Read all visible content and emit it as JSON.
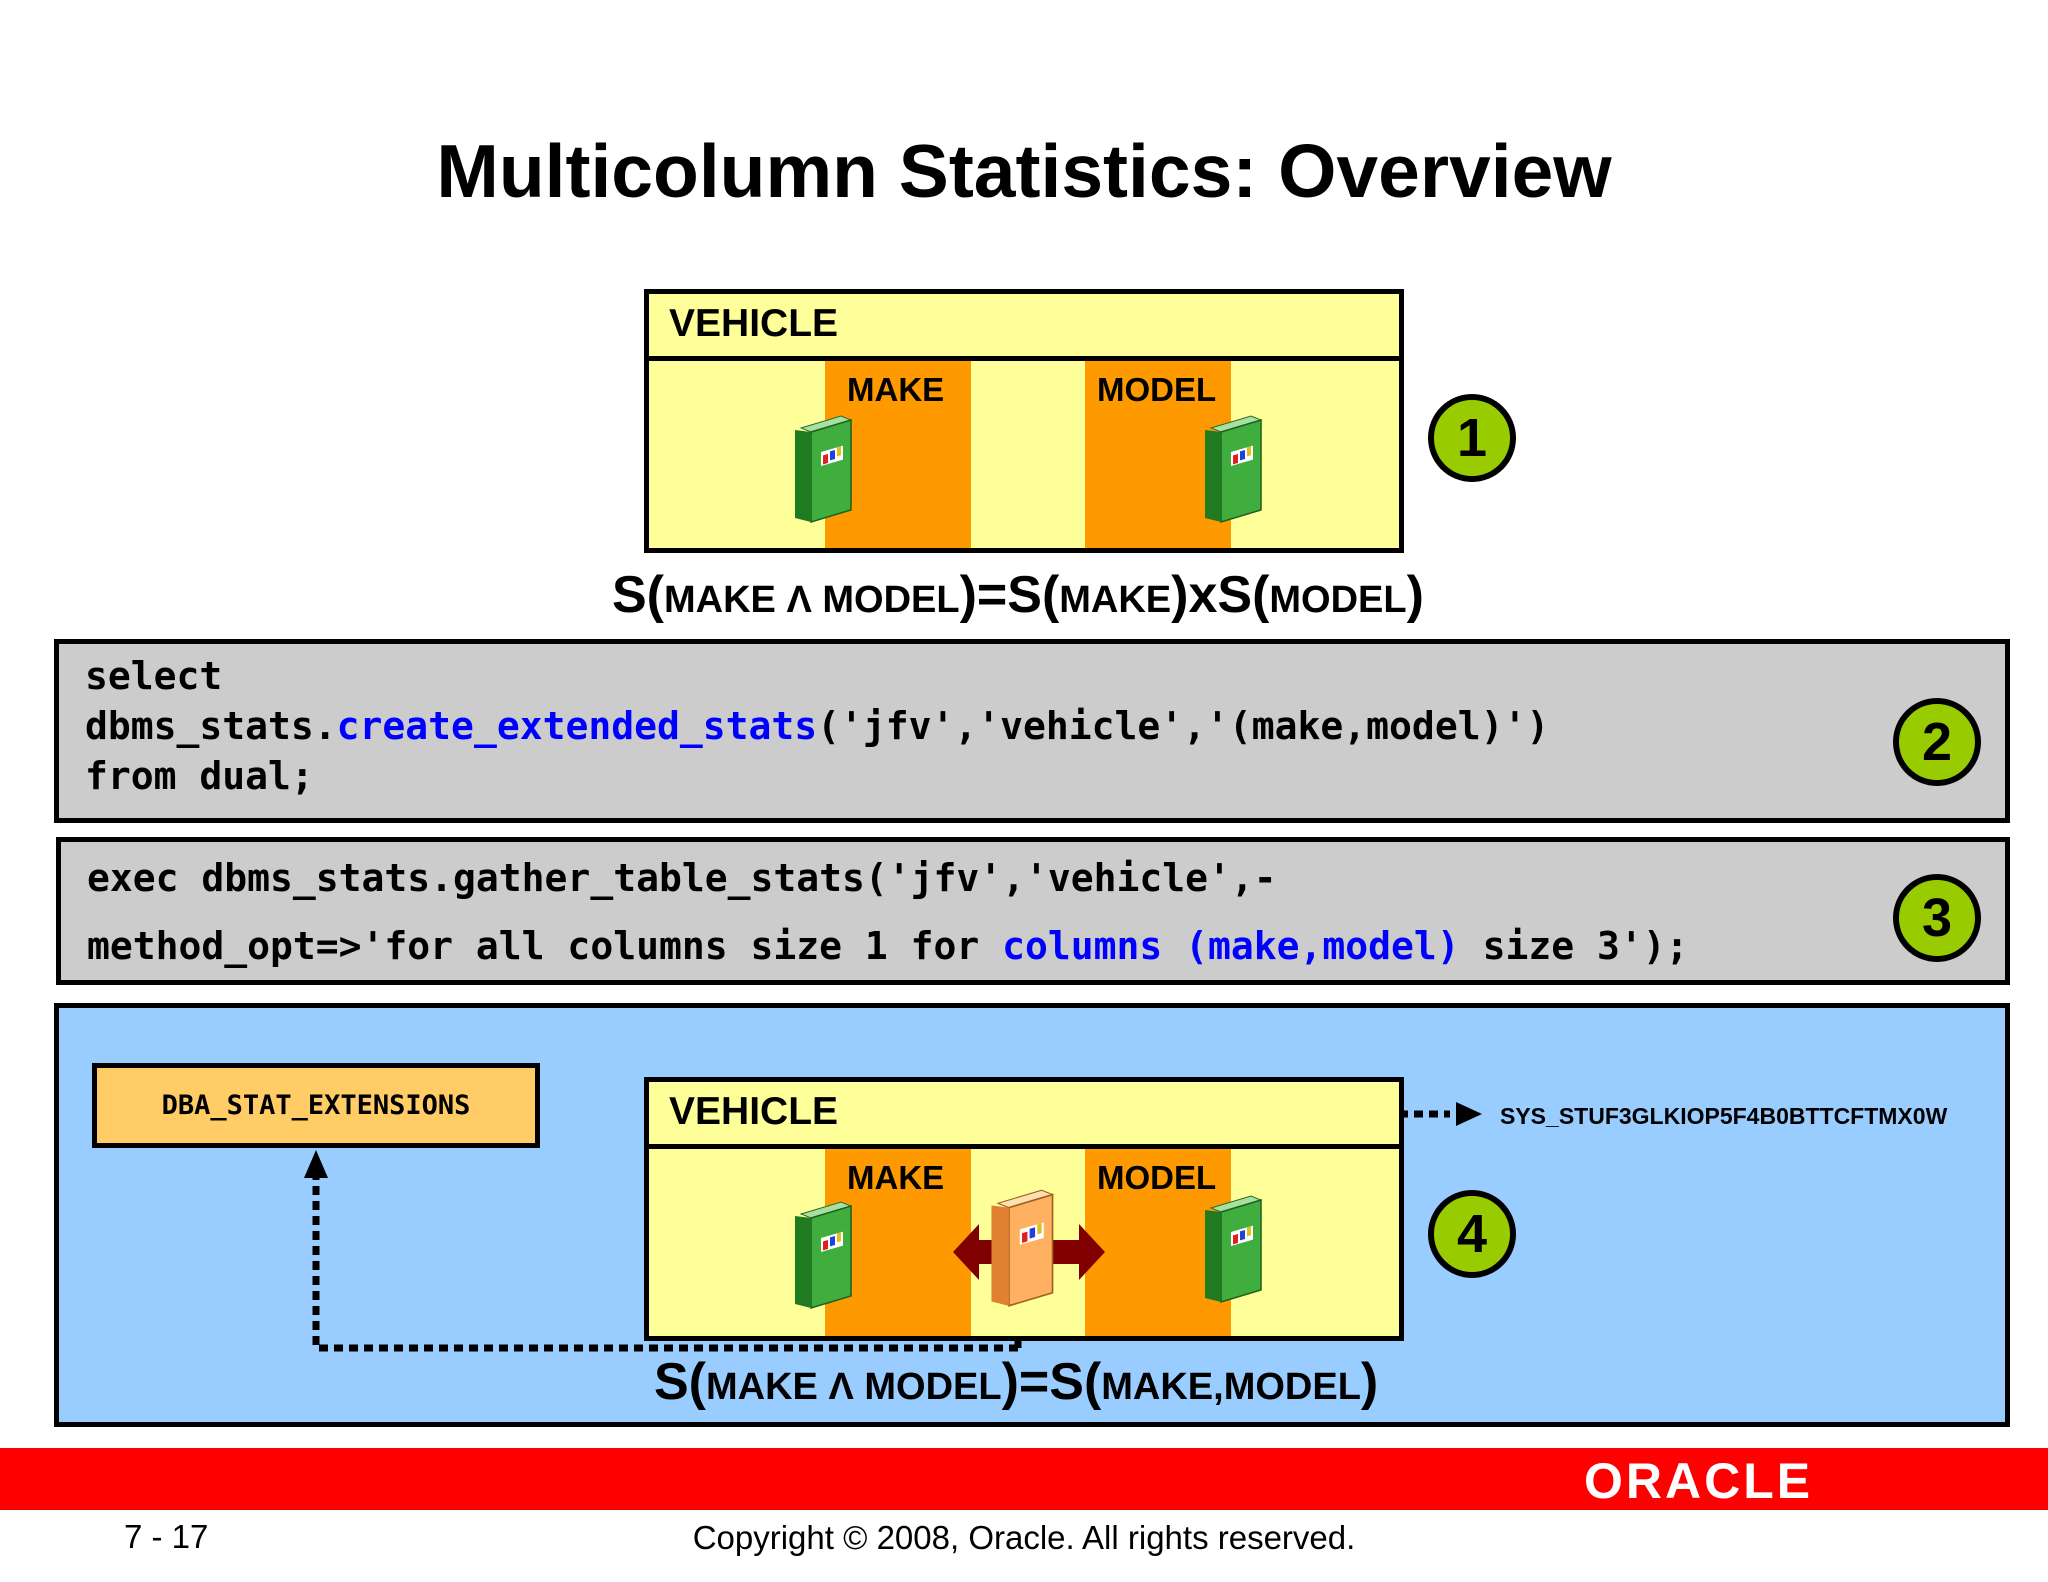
{
  "title": "Multicolumn Statistics: Overview",
  "step1": {
    "table_name": "VEHICLE",
    "col_make": "MAKE",
    "col_model": "MODEL",
    "badge": "1",
    "formula": {
      "s1": "S(",
      "make1": "MAKE",
      "and": " Λ ",
      "model1": "MODEL",
      "s2": ")=S(",
      "make2": "MAKE",
      "s3": ")xS(",
      "model2": "MODEL",
      "s4": ")"
    }
  },
  "step2": {
    "badge": "2",
    "line1": "select",
    "line2_pre": "dbms_stats.",
    "line2_fn": "create_extended_stats",
    "line2_post": "('jfv','vehicle','(make,model)')",
    "line3": "from dual;"
  },
  "step3": {
    "badge": "3",
    "line1": "exec dbms_stats.gather_table_stats('jfv','vehicle',-",
    "line2_pre": "method_opt=>'for all columns size 1 for ",
    "line2_kw": "columns (make,model)",
    "line2_post": " size 3');"
  },
  "step4": {
    "badge": "4",
    "view_name": "DBA_STAT_EXTENSIONS",
    "table_name": "VEHICLE",
    "col_make": "MAKE",
    "col_model": "MODEL",
    "extension_name": "SYS_STUF3GLKIOP5F4B0BTTCFTMX0W",
    "formula": {
      "s1": "S(",
      "make1": "MAKE",
      "and": " Λ ",
      "model1": "MODEL",
      "s2": ")=S(",
      "makemodel": "MAKE,MODEL",
      "s3": ")"
    }
  },
  "footer": {
    "logo": "ORACLE",
    "page": "7 - 17",
    "copyright": "Copyright © 2008, Oracle. All rights reserved."
  },
  "colors": {
    "table_fill": "#ffff99",
    "column_fill": "#ff9900",
    "badge_fill": "#99cc00",
    "code_bg": "#cccccc",
    "section4_bg": "#99ccff",
    "keyword": "#0000ff",
    "brand_bar": "#ff0000"
  }
}
